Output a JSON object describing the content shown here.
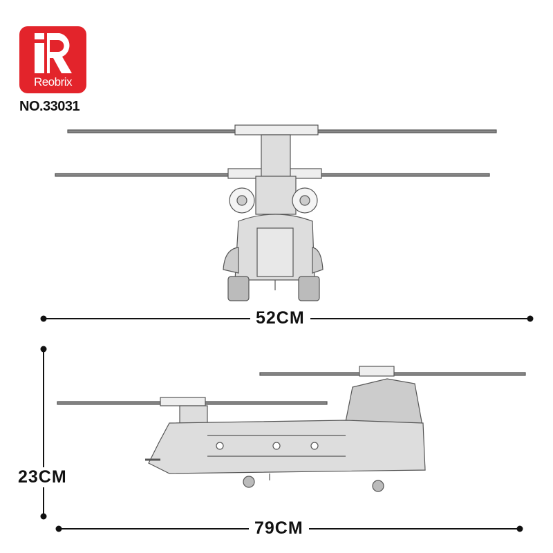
{
  "brand": {
    "name": "Reobrix",
    "color": "#e3242b"
  },
  "model_number": "NO.33031",
  "dimensions": {
    "width": "52CM",
    "height": "23CM",
    "length": "79CM"
  }
}
